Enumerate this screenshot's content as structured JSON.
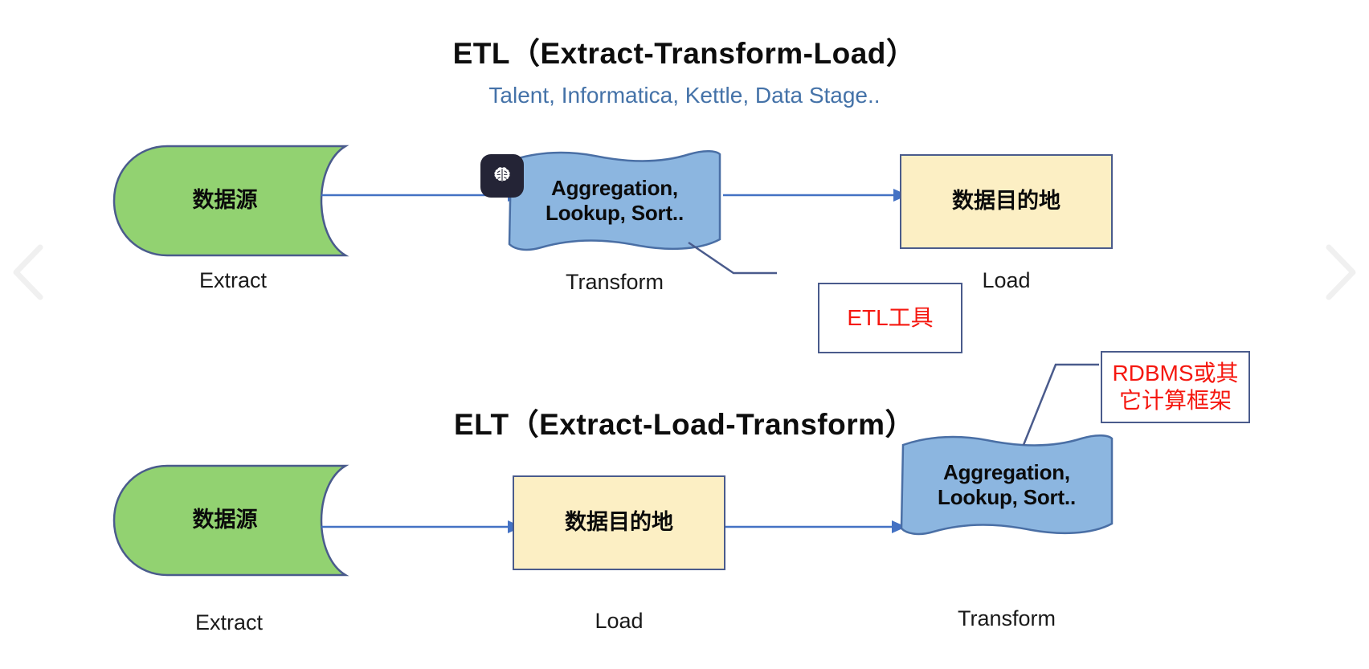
{
  "slide": {
    "background": "#ffffff",
    "accent_blue": "#4472a8",
    "annotation_red": "#f5170f",
    "source_green": "#92d271",
    "dest_yellow": "#fcefc4",
    "transform_blue": "#8cb6e0",
    "badge_dark": "#242436"
  },
  "etl": {
    "title": "ETL（Extract-Transform-Load）",
    "subtitle": "Talent, Informatica, Kettle, Data Stage..",
    "nodes": [
      {
        "id": "extract",
        "label": "数据源",
        "caption": "Extract",
        "shape": "data-source",
        "fill": "#92d271"
      },
      {
        "id": "transform",
        "label": "Aggregation,\nLookup,  Sort..",
        "caption": "Transform",
        "shape": "wave",
        "fill": "#8cb6e0"
      },
      {
        "id": "load",
        "label": "数据目的地",
        "caption": "Load",
        "shape": "rect",
        "fill": "#fcefc4"
      }
    ],
    "annotation": {
      "text": "ETL工具",
      "color": "#f5170f"
    }
  },
  "elt": {
    "title": "ELT（Extract-Load-Transform）",
    "nodes": [
      {
        "id": "extract",
        "label": "数据源",
        "caption": "Extract",
        "shape": "data-source",
        "fill": "#92d271"
      },
      {
        "id": "load",
        "label": "数据目的地",
        "caption": "Load",
        "shape": "rect",
        "fill": "#fcefc4"
      },
      {
        "id": "transform",
        "label": "Aggregation,\nLookup,  Sort..",
        "caption": "Transform",
        "shape": "wave",
        "fill": "#8cb6e0"
      }
    ],
    "annotation": {
      "text": "RDBMS或其\n它计算框架",
      "color": "#f5170f"
    }
  },
  "overlay": {
    "brain_badge": "brain-icon",
    "prev_label": "‹",
    "next_label": "›"
  }
}
